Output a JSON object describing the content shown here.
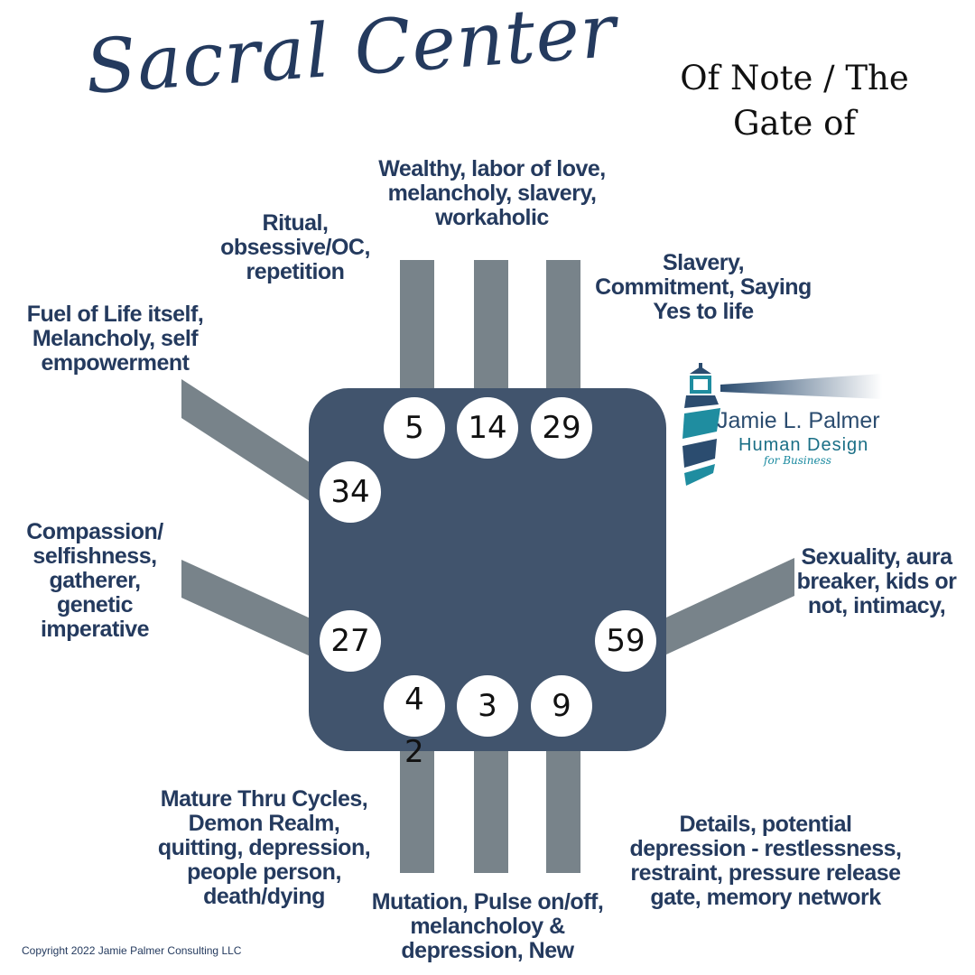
{
  "title": "Sacral Center",
  "subtitle_line1": "Of Note / The",
  "subtitle_line2": "Gate of",
  "gates": {
    "g5": "5",
    "g14": "14",
    "g29": "29",
    "g34": "34",
    "g27": "27",
    "g59": "59",
    "g42_top": "4",
    "g42_bottom": "2",
    "g3": "3",
    "g9": "9"
  },
  "labels": {
    "gate14": [
      "Wealthy, labor of love,",
      "melancholy, slavery,",
      "workaholic"
    ],
    "gate5": [
      "Ritual,",
      "obsessive/OC,",
      "repetition"
    ],
    "gate29": [
      "Slavery,",
      "Commitment, Saying",
      "Yes to life"
    ],
    "gate34": [
      "Fuel of Life itself,",
      "Melancholy, self",
      "empowerment"
    ],
    "gate27": [
      "Compassion/",
      "selfishness,",
      "gatherer,",
      "genetic",
      "imperative"
    ],
    "gate59": [
      "Sexuality, aura",
      "breaker, kids or",
      "not, intimacy,"
    ],
    "gate42": [
      "Mature Thru Cycles,",
      "Demon Realm,",
      "quitting, depression,",
      "people person,",
      "death/dying"
    ],
    "gate3": [
      "Mutation, Pulse on/off,",
      "melancholoy &",
      "depression, New"
    ],
    "gate9": [
      "Details, potential",
      "depression - restlessness,",
      "restraint, pressure release",
      "gate, memory network"
    ]
  },
  "logo": {
    "name": "Jamie L. Palmer",
    "sub": "Human Design",
    "tag": "for Business"
  },
  "copyright": "Copyright 2022 Jamie Palmer Consulting LLC",
  "colors": {
    "center": "#41546d",
    "channel": "#78838a",
    "text": "#243a5e"
  }
}
